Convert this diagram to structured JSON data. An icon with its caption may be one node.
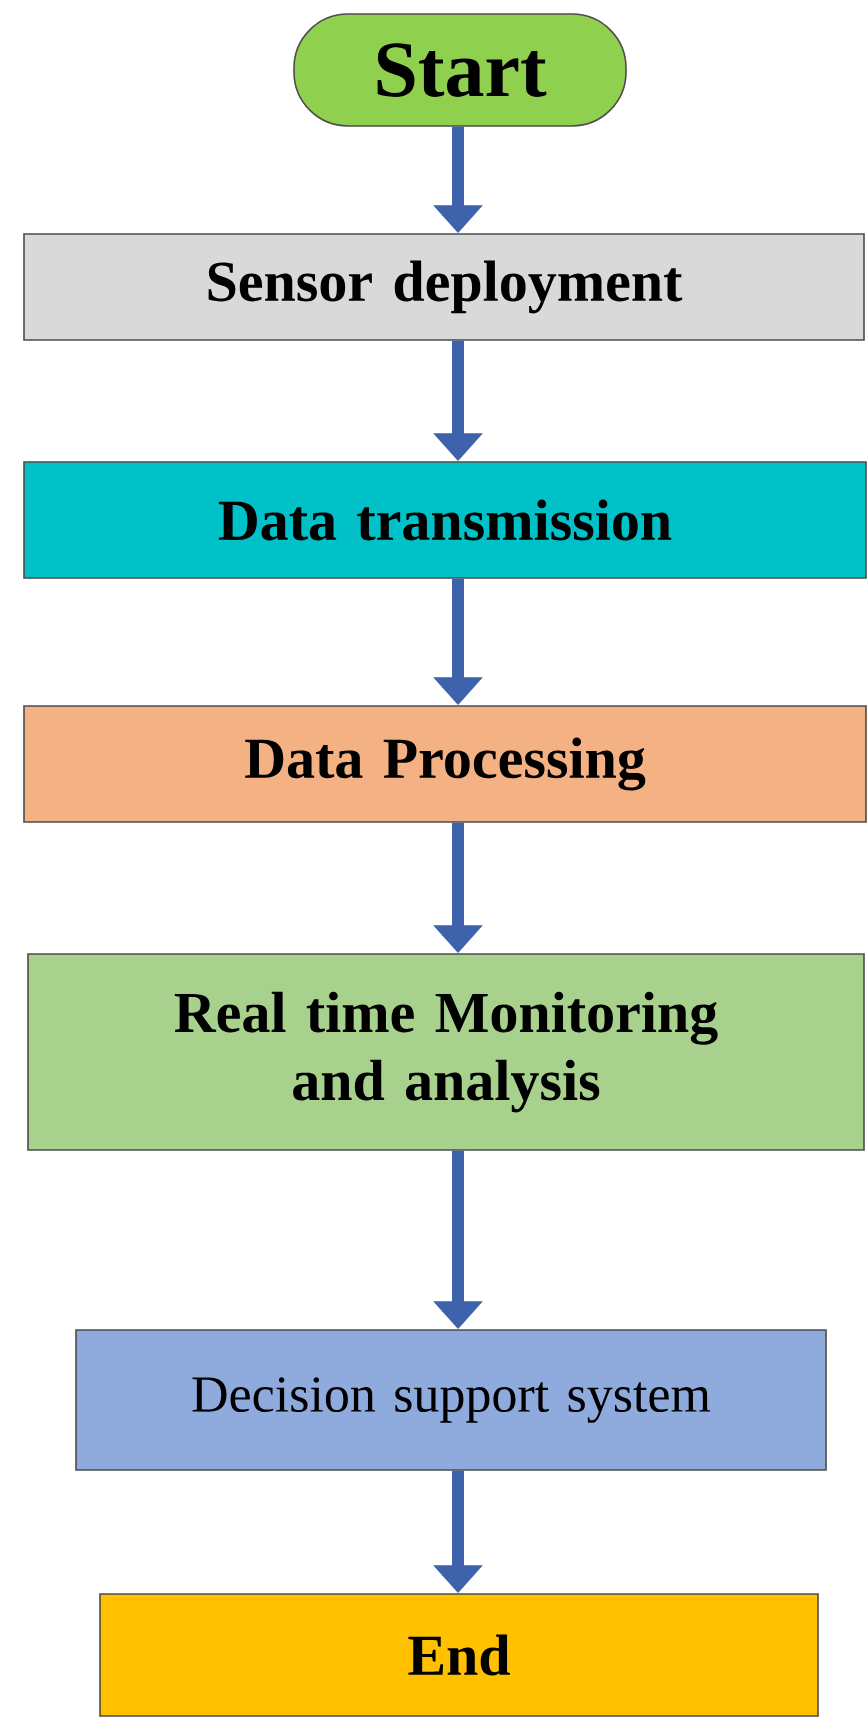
{
  "diagram": {
    "nodes": [
      {
        "text": [
          "Start"
        ]
      },
      {
        "text": [
          "Sensor deployment"
        ]
      },
      {
        "text": [
          "Data transmission"
        ]
      },
      {
        "text": [
          "Data Processing"
        ]
      },
      {
        "text": [
          "Real time Monitoring and analysis"
        ]
      },
      {
        "text": [
          "Decision support system"
        ]
      },
      {
        "text": [
          "End"
        ]
      }
    ],
    "edges": [
      {
        "from": 0,
        "to": 1,
        "arrow": "to"
      },
      {
        "from": 1,
        "to": 2,
        "arrow": "to"
      },
      {
        "from": 2,
        "to": 3,
        "arrow": "to"
      },
      {
        "from": 3,
        "to": 4,
        "arrow": "to"
      },
      {
        "from": 4,
        "to": 5,
        "arrow": "to"
      },
      {
        "from": 5,
        "to": 6,
        "arrow": "to"
      }
    ]
  }
}
